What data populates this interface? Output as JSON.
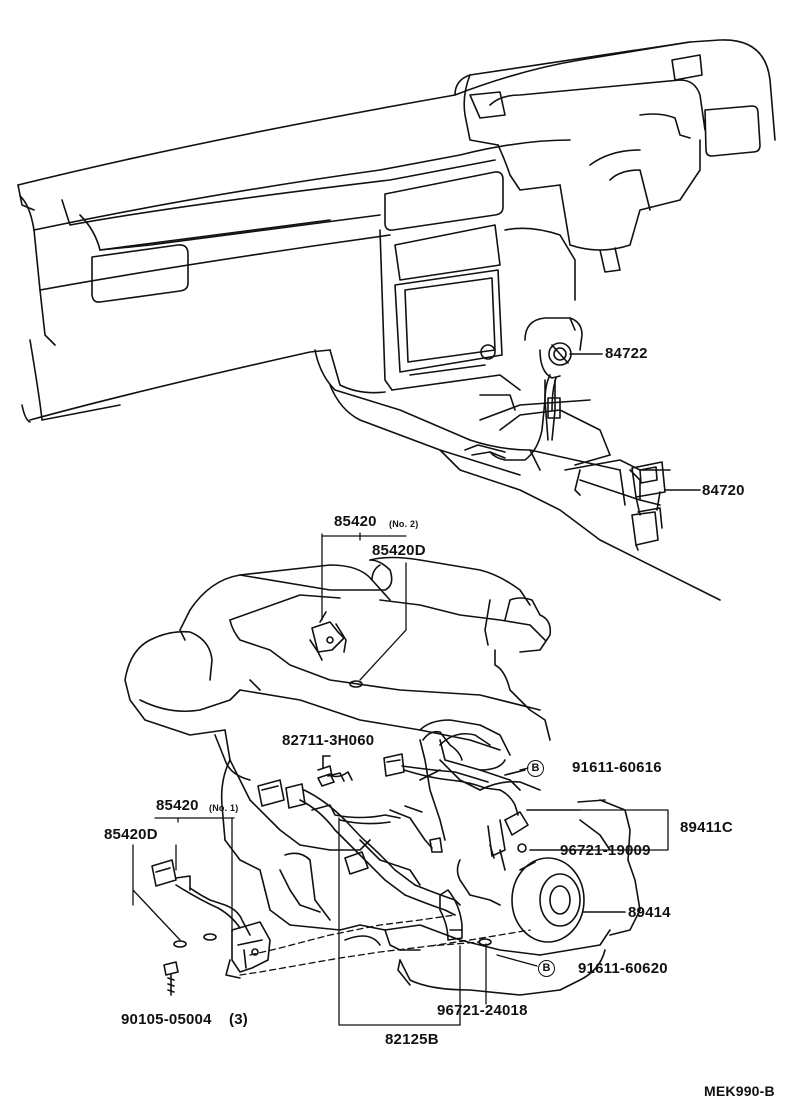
{
  "labels": {
    "p84722": "84722",
    "p84720": "84720",
    "p85420_no2": "85420",
    "p85420_no2_sub": "(No. 2)",
    "p85420d_top": "85420D",
    "p82711": "82711-3H060",
    "p91611_60616": "91611-60616",
    "p89411c": "89411C",
    "p96721_19009": "96721-19009",
    "p89414": "89414",
    "p91611_60620": "91611-60620",
    "p85420_no1": "85420",
    "p85420_no1_sub": "(No. 1)",
    "p85420d_left": "85420D",
    "p90105": "90105-05004",
    "p90105_qty": "(3)",
    "p96721_24018": "96721-24018",
    "p82125b": "82125B",
    "diagram_code": "MEK990-B"
  },
  "markers": {
    "b1": "B",
    "b2": "B"
  }
}
